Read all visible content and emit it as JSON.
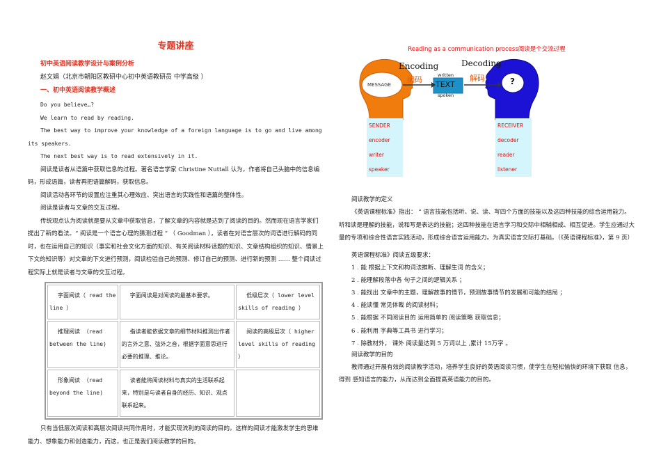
{
  "left": {
    "title": "专题讲座",
    "subtitle": "初中英语阅读教学设计与案例分析",
    "author": "赵文娟（北京市朝阳区教研中心初中英语教研员  中学高级 ）",
    "section_heading": "一、初中英语阅读教学概述",
    "p1": "Do you believe…?",
    "p2": "We learn to read by reading.",
    "p3": "The best way to improve your knowledge of a foreign language is to go and live among its speakers.",
    "p4": "The next best way is to read extensively in it.",
    "p5": "阅读是读者从语篇中获取信息的过程。著名语言学家 Christine Nuttall 认为，作者将自己头脑中的信息编码，形成语篇，读者再把语篇解码，获取信息。",
    "p6": "阅读活动各环节的设置应注重其心理效应、突出语言的实践性和语篇的整体性。",
    "p7": "阅读是读者与文章的交互过程。",
    "p8": "传统观点认为阅读就是要从文章中获取信息，了解文章的内容就是达到了阅读的目的。然而现在语言学家们提出了新的看法。“ 阅读是一个语言心理的猜测过程 ”  （ Goodman ），读者在对语言层次的词语进行解码的同时，也在运用自己的知识（事实和社会文化方面的知识、有关阅读材料话题的知识、文章结构组织的知识、情景上下文的知识等）对文章的下文进行预测，阅读检验自己的预测、修订自己的预测、进行新的预测 …… 整个阅读过程实际上就是读者与文章的交互过程。",
    "table": [
      [
        "字面阅读（ read the line ）",
        "字面阅读是对阅读的最基本要求。",
        "低级层次（ lower level skills of reading ）"
      ],
      [
        "推理阅读 （read between the line)",
        "指读者能依据文章的细节材料推测出作者的言外之意、弦外之音，根据字面意思进行必要的推理、推论。",
        "阅读的高级层次（ higher level skills of reading ）"
      ],
      [
        "形象阅读 （read beyond the line)",
        "读者能将阅读材料与真实的生活联系起来，特别是与读者自身的经历、知识、观点联系起来。",
        ""
      ]
    ],
    "p9": "只有当低层次阅读和高层次阅读共同作用时，才能实现流利的阅读的目的。这样的阅读才能激发学生的思维能力、想象能力和创造能力，而这，也正是我们阅读教学的目的。"
  },
  "right": {
    "diagram_title": "Reading as a communication process阅读是个交流过程",
    "diagram": {
      "encoding": "Encoding",
      "encoding_cn": "编码",
      "decoding": "Decoding",
      "decoding_cn": "解码",
      "message": "MESSAGE",
      "written": "written",
      "text": "TEXT",
      "spoken": "spoken",
      "question": "?",
      "sender_items": [
        "SENDER",
        "encoder",
        "writer",
        "speaker"
      ],
      "receiver_items": [
        "RECEIVER",
        "decoder",
        "reader",
        "listener"
      ],
      "colors": {
        "sender_head": "#f07c0d",
        "receiver_head": "#1c12d6",
        "text_box": "#1e90c8",
        "label_box": "#d4f5fb",
        "title": "#dd1111"
      }
    },
    "def_heading": "阅读教学的定义",
    "def_para": "《英语课程标准》指出：  “ 语言技能包括听、说、读、写四个方面的技能以及这四种技能的综合运用能力。听和读是理解的技能，说和写是表达的技能；这四种技能在语言学习和交际中相辅相成、相互促进。学生应通过大量的专项和综合性语言实践活动，形成综合语言运用能力。为真实语言交际打基础。（《英语课程标准》，第 9 页）",
    "req_heading": "英语课程标准》阅读五级要求：",
    "req_items": [
      "1 . 能 根据上下文和构词法推断、理解生词 的含义；",
      "2 . 能理解段落中各 句子之间的逻辑关系 ；",
      "3 . 能找出 文章中的主题，理解故事的情节，预测故事情节的发展和可能的结局 ；",
      "4 . 能读懂 常见体裁 的阅读材料；",
      "5 . 能根据 不同阅读目的 运用简单的 阅读策略 获取信息；",
      "6 . 能利用 字典等工具书 进行学习；",
      "7 . 除教材外，  课外 阅读量达到 5 万词以上 ,累计 15万字 。"
    ],
    "goal_heading": "阅读教学的目的",
    "goal_para": "教师通过开展有效的阅读教学活动，培养学生良好的英语阅读习惯，使学生在轻松愉快的环境下获取 信息，  得到 感知语言的能力，从而达到全面提高英语能力的目的。"
  }
}
